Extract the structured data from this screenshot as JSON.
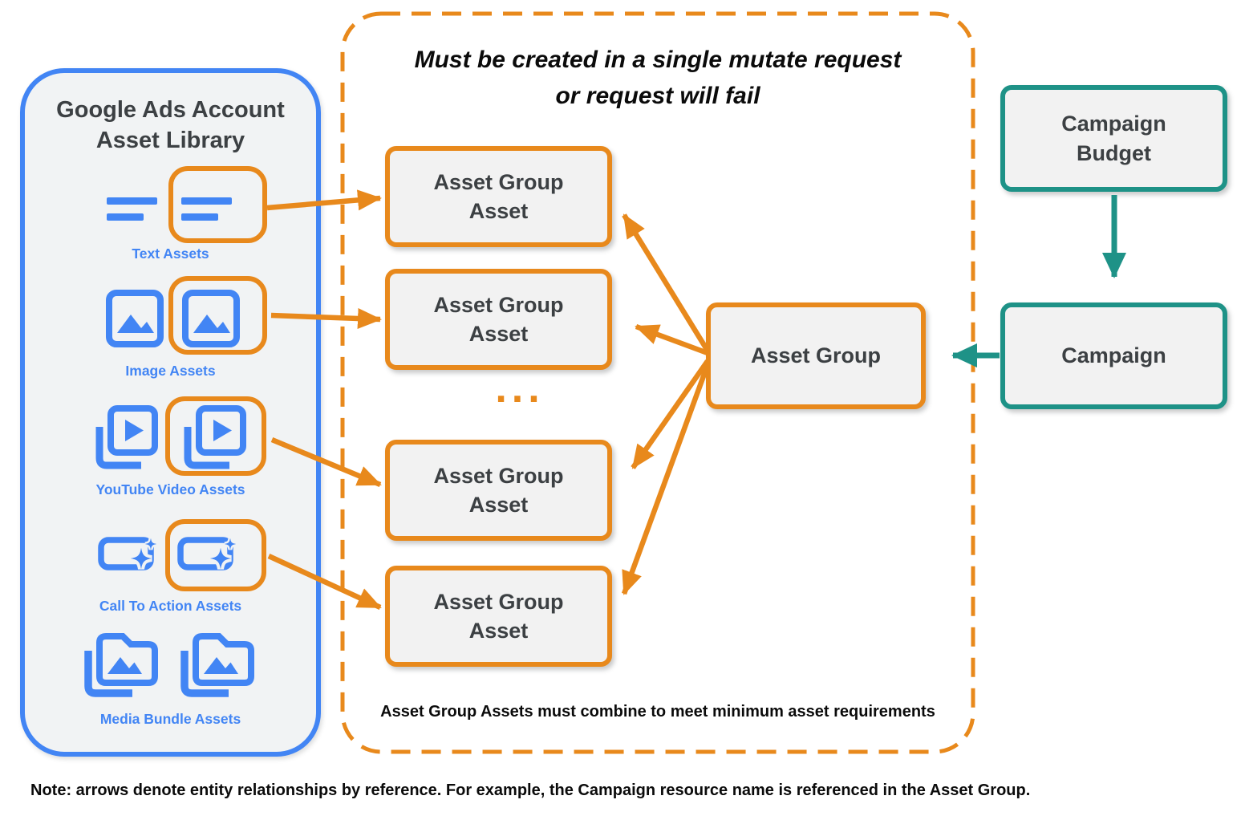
{
  "palette": {
    "blue": "#4285F4",
    "orange": "#E8891C",
    "teal": "#1E9287",
    "panel_fill": "#F1F3F4",
    "box_fill": "#F2F2F2",
    "text_dark": "#3C4043"
  },
  "asset_library": {
    "title": "Google Ads Account\nAsset Library",
    "rows": [
      {
        "label": "Text Assets",
        "icon": "text-asset-icon"
      },
      {
        "label": "Image Assets",
        "icon": "image-asset-icon"
      },
      {
        "label": "YouTube Video  Assets",
        "icon": "youtube-video-asset-icon"
      },
      {
        "label": "Call To Action Assets",
        "icon": "call-to-action-asset-icon"
      },
      {
        "label": "Media Bundle  Assets",
        "icon": "media-bundle-asset-icon"
      }
    ]
  },
  "mutate_panel": {
    "title": "Must be created in a single mutate request\nor request will fail",
    "boxes": [
      "Asset Group\nAsset",
      "Asset Group\nAsset",
      "Asset Group\nAsset",
      "Asset Group\nAsset"
    ],
    "ellipsis": "...",
    "footnote": "Asset Group Assets must combine to meet minimum asset requirements"
  },
  "nodes": {
    "asset_group": "Asset Group",
    "campaign_budget": "Campaign\nBudget",
    "campaign": "Campaign"
  },
  "note": "Note: arrows denote entity relationships by reference. For example, the Campaign resource name is referenced in the Asset Group."
}
